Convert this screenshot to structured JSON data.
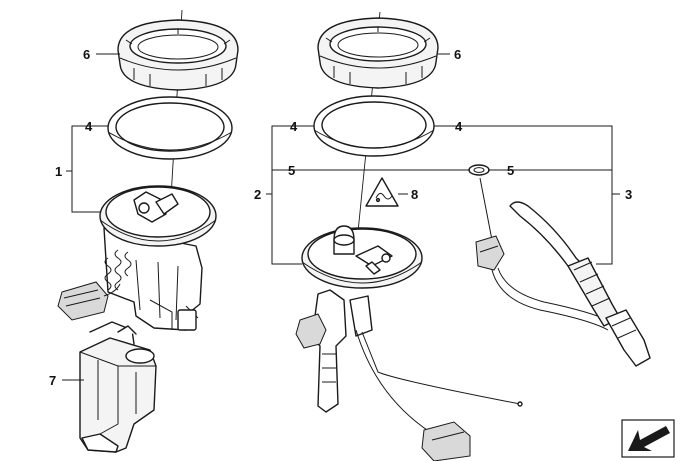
{
  "diagram": {
    "callouts": {
      "c1": "1",
      "c2": "2",
      "c3": "3",
      "c4_left": "4",
      "c4_mid": "4",
      "c4_right": "4",
      "c5_left": "5",
      "c5_right": "5",
      "c6_left": "6",
      "c6_right": "6",
      "c7": "7",
      "c8": "8"
    }
  }
}
